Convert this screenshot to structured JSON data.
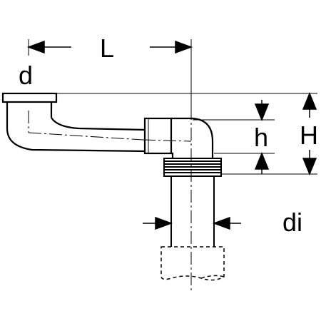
{
  "labels": {
    "length": "L",
    "outer_diameter": "d",
    "offset_height": "h",
    "total_height": "H",
    "inner_diameter": "di"
  },
  "colors": {
    "stroke": "#000000",
    "background": "#ffffff"
  }
}
